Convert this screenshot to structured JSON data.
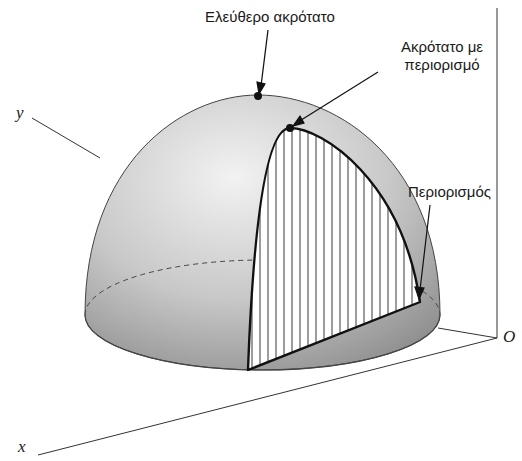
{
  "diagram": {
    "labels": [
      "Ελεύθερο ακρότατο",
      "Ακρότατο με περιορισμό",
      "Περιορισμός",
      "y",
      "x",
      "O"
    ]
  }
}
